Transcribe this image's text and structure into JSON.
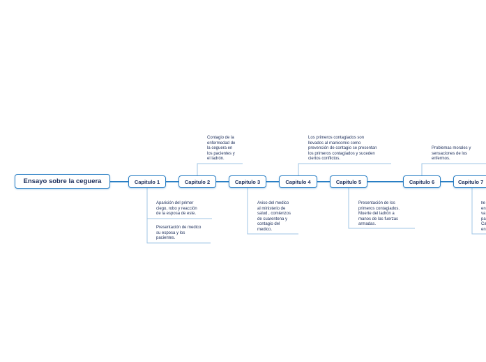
{
  "map": {
    "root": "Ensayo sobre la ceguera",
    "chapters": [
      "Capitulo 1",
      "Capitulo 2",
      "Capitulo 3",
      "Capitulo 4",
      "Capitulo 5",
      "Capitulo 6",
      "Capitulo 7"
    ],
    "notes": [
      "Aparición del primer\nciego, robo y reacción\nde la esposa de este.",
      "Presentación de medico\nsu esposa y los\npacientes.",
      "Contagio de la\nenfermedad de\nla ceguera en\nlos pacientes y\nel ladrón.",
      "Aviso del medico\nal ministerio de\nsalud , comienzos\nde cuarentena y\ncontagio del\nmedico.",
      "Los primeros contagiados son\nllevados al manicomio como\nprevención de contagio se presentan\nlos primeros contagiados y suceden\nciertos conflictos.",
      "Presentación de los\nprimeros contagiados.\nMuerte del ladrón a\nmanos de las fuerzas\narmadas.",
      "Problemas morales y\nsensaciones de los\nenfermos.",
      "lle\nen\nva\npa\nCa\nen"
    ],
    "line_color": "#2a7fc4",
    "branch_color": "#9fc6e6"
  }
}
